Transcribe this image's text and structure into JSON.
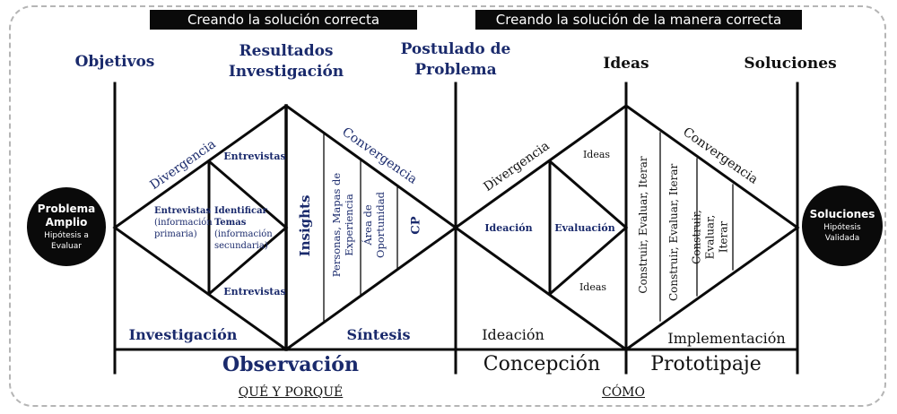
{
  "banners": {
    "left": "Creando la solución correcta",
    "right": "Creando la solución de la manera correcta"
  },
  "milestones": {
    "objetivos": "Objetivos",
    "resultados_1": "Resultados",
    "resultados_2": "Investigación",
    "postulado_1": "Postulado de",
    "postulado_2": "Problema",
    "ideas": "Ideas",
    "soluciones": "Soluciones"
  },
  "start_node": {
    "title_1": "Problema",
    "title_2": "Amplio",
    "sub_1": "Hipótesis a",
    "sub_2": "Evaluar"
  },
  "end_node": {
    "title": "Soluciones",
    "sub_1": "Hipótesis",
    "sub_2": "Validada"
  },
  "diamond1": {
    "divergence_label": "Divergencia",
    "convergence_label": "Convergencia",
    "top_right": "Entrevistas",
    "bottom_right": "Entrevistas",
    "inner_left": {
      "title": "Entrevistas",
      "line_1": "(información",
      "line_2": "primaria)"
    },
    "inner_right": {
      "title_1": "Identificar",
      "title_2": "Temas",
      "line_1": "(información",
      "line_2": "secundaria)"
    },
    "convergence_columns": [
      "Insights",
      "Personas, Mapas de Experiencia",
      "Área de Oportunidad",
      "CP"
    ],
    "phase_left": "Investigación",
    "phase_right": "Síntesis"
  },
  "diamond2": {
    "divergence_label": "Divergencia",
    "convergence_label": "Convergencia",
    "top_right": "Ideas",
    "bottom_right": "Ideas",
    "inner_left": "Ideación",
    "inner_right": "Evaluación",
    "convergence_columns": [
      "Construir, Evaluar, Iterar",
      "Construir, Evaluar, Iterar",
      "Construir, Evaluar, Iterar"
    ],
    "phase_left": "Ideación",
    "phase_right": "Implementación"
  },
  "stages": {
    "observacion": "Observación",
    "concepcion": "Concepción",
    "prototipaje": "Prototipaje"
  },
  "footers": {
    "que_porque": "QUÉ  Y PORQUÉ",
    "como": "CÓMO"
  },
  "colors": {
    "navy": "#1a2a6c",
    "black": "#0a0a0a"
  }
}
